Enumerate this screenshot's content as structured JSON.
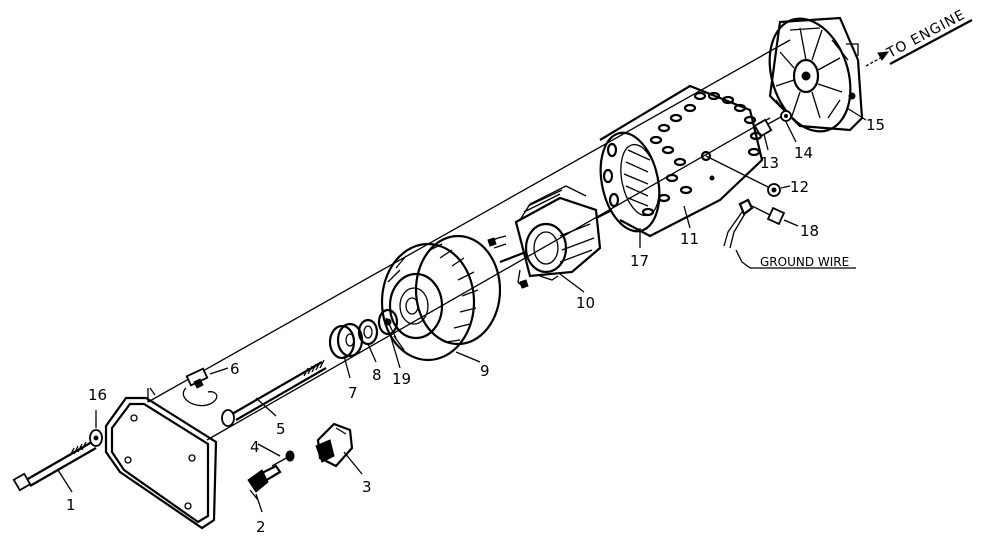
{
  "callouts": {
    "p1": "1",
    "p2": "2",
    "p3": "3",
    "p4": "4",
    "p5": "5",
    "p6": "6",
    "p7": "7",
    "p8": "8",
    "p9": "9",
    "p10": "10",
    "p11": "11",
    "p12": "12",
    "p13": "13",
    "p14": "14",
    "p15": "15",
    "p16": "16",
    "p17": "17",
    "p18": "18",
    "p19": "19"
  },
  "labels": {
    "to_engine": "TO ENGINE",
    "ground_wire": "GROUND WIRE"
  }
}
